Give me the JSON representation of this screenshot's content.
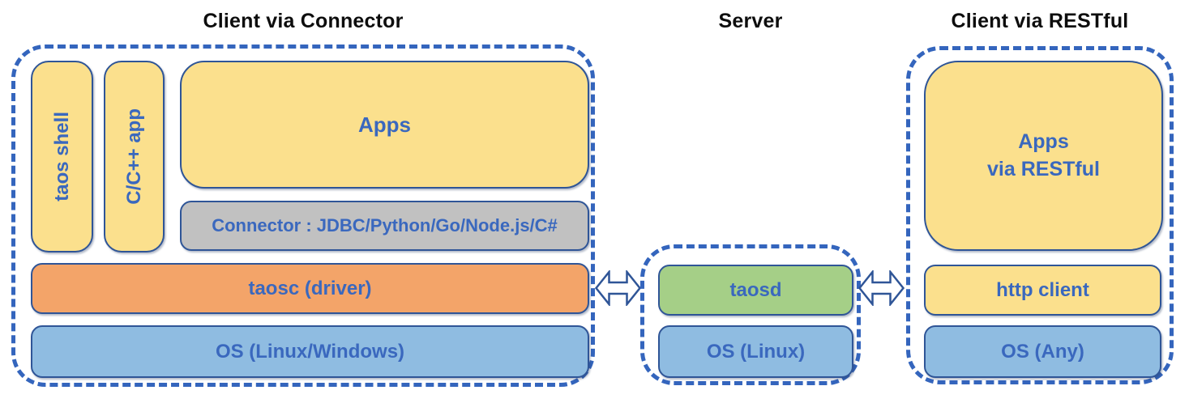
{
  "diagram": {
    "client_connector": {
      "title": "Client via Connector",
      "taos_shell": "taos shell",
      "cpp_app": "C/C++ app",
      "apps": "Apps",
      "connector": "Connector : JDBC/Python/Go/Node.js/C#",
      "taosc": "taosc (driver)",
      "os": "OS (Linux/Windows)"
    },
    "server": {
      "title": "Server",
      "taosd": "taosd",
      "os": "OS (Linux)"
    },
    "client_restful": {
      "title": "Client via RESTful",
      "apps": "Apps\nvia RESTful",
      "http_client": "http client",
      "os": "OS (Any)"
    },
    "arrows": {
      "left": "double-headed-arrow between client-via-connector and server",
      "right": "double-headed-arrow between server and client-via-restful"
    },
    "colors": {
      "app_yellow": "#fbe08d",
      "driver_orange": "#f3a469",
      "daemon_green": "#a5cf87",
      "os_blue": "#8fbce1",
      "connector_gray": "#c1c1c1",
      "box_border": "#2f5597",
      "dashed_border": "#3465bd",
      "label_blue": "#3a68be",
      "title_black": "#0d0d0d",
      "background": "#ffffff"
    }
  }
}
